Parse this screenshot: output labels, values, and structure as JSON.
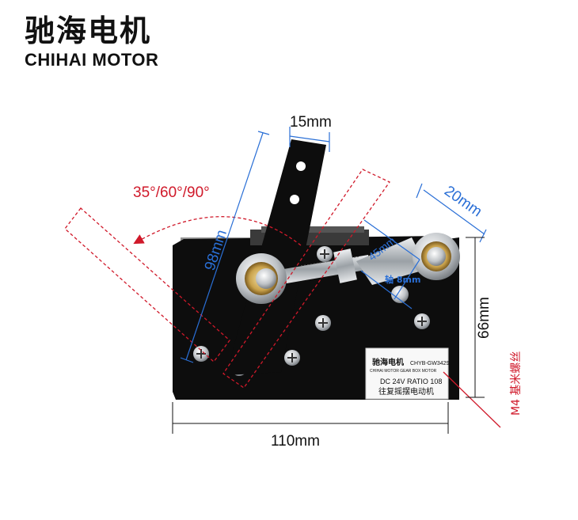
{
  "brand": {
    "name_cn": "驰海电机",
    "name_en": "CHIHAI MOTOR"
  },
  "dimensions": {
    "arm_width": "15mm",
    "arm_length": "98mm",
    "link_width": "20mm",
    "link_length": "45mm",
    "shaft": "轴 8mm",
    "height": "66mm",
    "width": "110mm",
    "swing_angles": "35°/60°/90°",
    "screw": "M4 基米螺丝"
  },
  "nameplate": {
    "brand_cn": "驰海电机",
    "model": "CHYB-GW3429",
    "brand_en_line": "CHIHAI MOTOR GEAR BOX MOTOR",
    "spec": "DC 24V RATIO 108",
    "desc": "往复摇摆电动机"
  },
  "colors": {
    "dimension_blue": "#2a6fd6",
    "angle_red": "#d0192a",
    "plate": "#0d0d0d",
    "black_text": "#111111"
  }
}
